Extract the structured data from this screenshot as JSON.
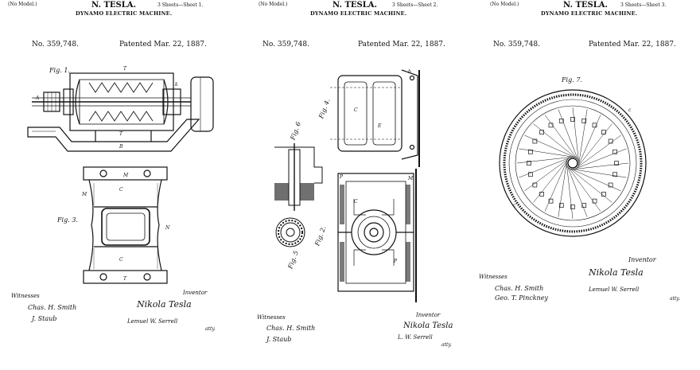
{
  "sheets": [
    {
      "no_model": "(No Model.)",
      "inventor": "N. TESLA.",
      "sheets_label": "3 Sheets—Sheet 1.",
      "title": "DYNAMO ELECTRIC MACHINE.",
      "patent_no": "No. 359,748.",
      "patented": "Patented Mar. 22, 1887.",
      "figures": [
        "Fig. 1.",
        "Fig. 3."
      ],
      "witnesses_label": "Witnesses",
      "witness_1": "Chas. H. Smith",
      "witness_2": "J. Staub",
      "inventor_label": "Inventor",
      "signature": "Nikola Tesla",
      "attorney": "Lemuel W. Serrell",
      "atty": "atty."
    },
    {
      "no_model": "(No Model.)",
      "inventor": "N. TESLA.",
      "sheets_label": "3 Sheets—Sheet 2.",
      "title": "DYNAMO ELECTRIC MACHINE.",
      "patent_no": "No. 359,748.",
      "patented": "Patented Mar. 22, 1887.",
      "figures": [
        "Fig. 4.",
        "Fig. 6",
        "Fig. 5",
        "Fig. 2."
      ],
      "witnesses_label": "Witnesses",
      "witness_1": "Chas. H. Smith",
      "witness_2": "J. Staub",
      "inventor_label": "Inventor",
      "signature": "Nikola Tesla",
      "attorney": "L. W. Serrell",
      "atty": "atty."
    },
    {
      "no_model": "(No Model.)",
      "inventor": "N. TESLA.",
      "sheets_label": "3 Sheets—Sheet 3.",
      "title": "DYNAMO ELECTRIC MACHINE.",
      "patent_no": "No. 359,748.",
      "patented": "Patented Mar. 22, 1887.",
      "figures": [
        "Fig. 7."
      ],
      "witnesses_label": "Witnesses",
      "witness_1": "Chas. H. Smith",
      "witness_2": "Geo. T. Pinckney",
      "inventor_label": "Inventor",
      "signature": "Nikola Tesla",
      "attorney": "Lemuel W. Serrell",
      "atty": "atty."
    }
  ]
}
